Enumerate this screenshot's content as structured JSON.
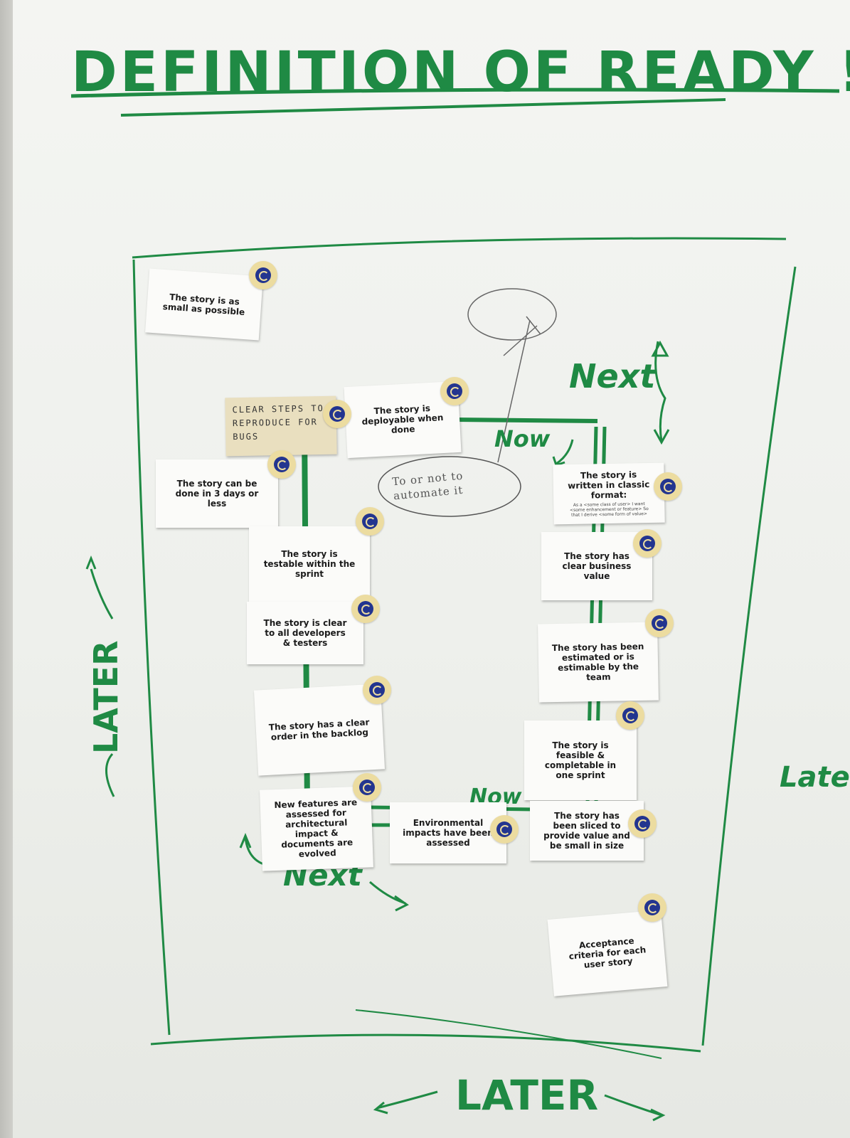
{
  "board": {
    "title": "DEFINITION OF READY !",
    "annotations": {
      "next_top": "Next",
      "now": "Now",
      "later_left": "LATER",
      "later_right": "Later",
      "later_bottom": "LATER",
      "next_bottom": "Next",
      "now_bottom": "Now"
    },
    "sticky_note": "CLEAR STEPS TO REPRODUCE FOR BUGS",
    "pencil_note": "To or not to automate it",
    "cards": [
      {
        "text": "The story is as small as possible"
      },
      {
        "text": "The story is deployable when done"
      },
      {
        "text": "The story can be done in 3 days or less"
      },
      {
        "text": "The story is written in classic format:",
        "sub": "As a <some class of user> I want <some enhancement or feature> So that I derive <some form of value>"
      },
      {
        "text": "The story is testable within the sprint"
      },
      {
        "text": "The story has clear business value"
      },
      {
        "text": "The story is clear to all developers & testers"
      },
      {
        "text": "The story has been estimated or is estimable by the team"
      },
      {
        "text": "The story has a clear order in the backlog"
      },
      {
        "text": "The story is feasible & completable in one sprint"
      },
      {
        "text": "New features are assessed for architectural impact & documents are evolved"
      },
      {
        "text": "Environmental impacts have been assessed"
      },
      {
        "text": "The story has been sliced to provide value and be small in size"
      },
      {
        "text": "Acceptance criteria for each user story"
      }
    ]
  },
  "colors": {
    "marker_green": "#1f8a44",
    "sticker_blue": "#23358f",
    "sticker_cream": "#ecdca0"
  }
}
